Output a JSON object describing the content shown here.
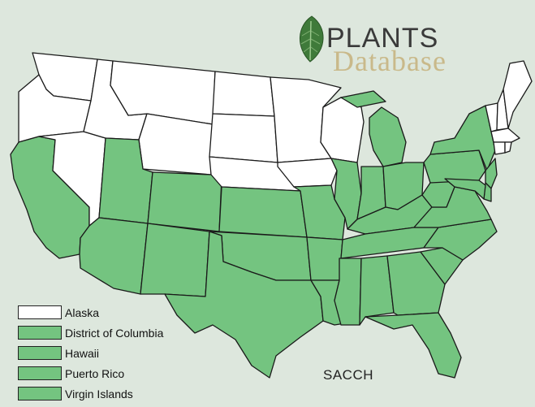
{
  "logo": {
    "word1": "PLANTS",
    "word2": "Database",
    "icon": "leaf-icon"
  },
  "species_code": "SACCH",
  "colors": {
    "present": "#74c480",
    "absent": "#ffffff",
    "background": "#dde7dd",
    "border": "#1a1a1a"
  },
  "legend": [
    {
      "label": "Alaska",
      "status": "absent"
    },
    {
      "label": "District of Columbia",
      "status": "present"
    },
    {
      "label": "Hawaii",
      "status": "present"
    },
    {
      "label": "Puerto Rico",
      "status": "present"
    },
    {
      "label": "Virgin Islands",
      "status": "present"
    }
  ],
  "states": [
    {
      "name": "WA",
      "status": "absent"
    },
    {
      "name": "OR",
      "status": "absent"
    },
    {
      "name": "CA",
      "status": "present"
    },
    {
      "name": "NV",
      "status": "absent"
    },
    {
      "name": "ID",
      "status": "absent"
    },
    {
      "name": "MT",
      "status": "absent"
    },
    {
      "name": "WY",
      "status": "absent"
    },
    {
      "name": "UT",
      "status": "present"
    },
    {
      "name": "AZ",
      "status": "present"
    },
    {
      "name": "CO",
      "status": "present"
    },
    {
      "name": "NM",
      "status": "present"
    },
    {
      "name": "ND",
      "status": "absent"
    },
    {
      "name": "SD",
      "status": "absent"
    },
    {
      "name": "NE",
      "status": "absent"
    },
    {
      "name": "KS",
      "status": "present"
    },
    {
      "name": "OK",
      "status": "present"
    },
    {
      "name": "TX",
      "status": "present"
    },
    {
      "name": "MN",
      "status": "absent"
    },
    {
      "name": "IA",
      "status": "absent"
    },
    {
      "name": "MO",
      "status": "present"
    },
    {
      "name": "AR",
      "status": "present"
    },
    {
      "name": "LA",
      "status": "present"
    },
    {
      "name": "WI",
      "status": "absent"
    },
    {
      "name": "IL",
      "status": "present"
    },
    {
      "name": "MI",
      "status": "present"
    },
    {
      "name": "IN",
      "status": "present"
    },
    {
      "name": "OH",
      "status": "present"
    },
    {
      "name": "KY",
      "status": "present"
    },
    {
      "name": "TN",
      "status": "present"
    },
    {
      "name": "MS",
      "status": "present"
    },
    {
      "name": "AL",
      "status": "present"
    },
    {
      "name": "GA",
      "status": "present"
    },
    {
      "name": "FL",
      "status": "present"
    },
    {
      "name": "SC",
      "status": "present"
    },
    {
      "name": "NC",
      "status": "present"
    },
    {
      "name": "VA",
      "status": "present"
    },
    {
      "name": "WV",
      "status": "present"
    },
    {
      "name": "PA",
      "status": "present"
    },
    {
      "name": "NY",
      "status": "present"
    },
    {
      "name": "NJ",
      "status": "present"
    },
    {
      "name": "DE",
      "status": "present"
    },
    {
      "name": "MD",
      "status": "present"
    },
    {
      "name": "VT",
      "status": "absent"
    },
    {
      "name": "NH",
      "status": "absent"
    },
    {
      "name": "ME",
      "status": "absent"
    },
    {
      "name": "MA",
      "status": "absent"
    },
    {
      "name": "CT",
      "status": "absent"
    },
    {
      "name": "RI",
      "status": "absent"
    }
  ]
}
